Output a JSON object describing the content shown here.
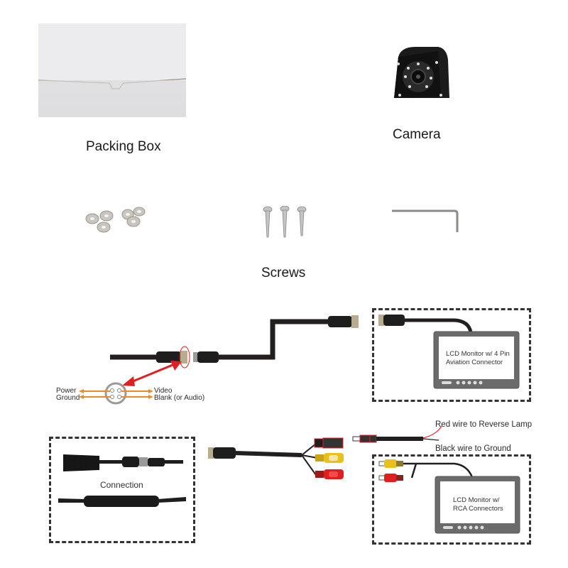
{
  "items": {
    "packing_box": {
      "label": "Packing Box",
      "icon": "box-icon"
    },
    "camera": {
      "label": "Camera",
      "icon": "camera-icon"
    },
    "screws": {
      "label": "Screws",
      "icon": "screw-icon"
    },
    "washers": {
      "icon": "washer-icon"
    },
    "hex_key": {
      "icon": "hex-key-icon"
    }
  },
  "wiring_diagram": {
    "pinout": {
      "left": [
        "Power",
        "Ground"
      ],
      "right": [
        "Video",
        "Blank (or Audio)"
      ],
      "arrow_color": "#f08a24",
      "highlight_color": "#e02020"
    },
    "monitor_4pin": {
      "line1": "LCD Monitor w/ 4 Pin",
      "line2": "Aviation Connector"
    },
    "monitor_rca": {
      "line1": "LCD  Monitor  w/",
      "line2": "RCA Connectors"
    },
    "power_wires": {
      "red": "Red wire to Reverse Lamp",
      "black": "Black wire to Ground"
    },
    "connection_box": {
      "label": "Connection"
    },
    "colors": {
      "cable": "#231f1e",
      "rca_yellow": "#e8c21a",
      "rca_red": "#e01e1e",
      "monitor_frame": "#6b6b6b",
      "monitor_screen": "#ffffff"
    }
  }
}
